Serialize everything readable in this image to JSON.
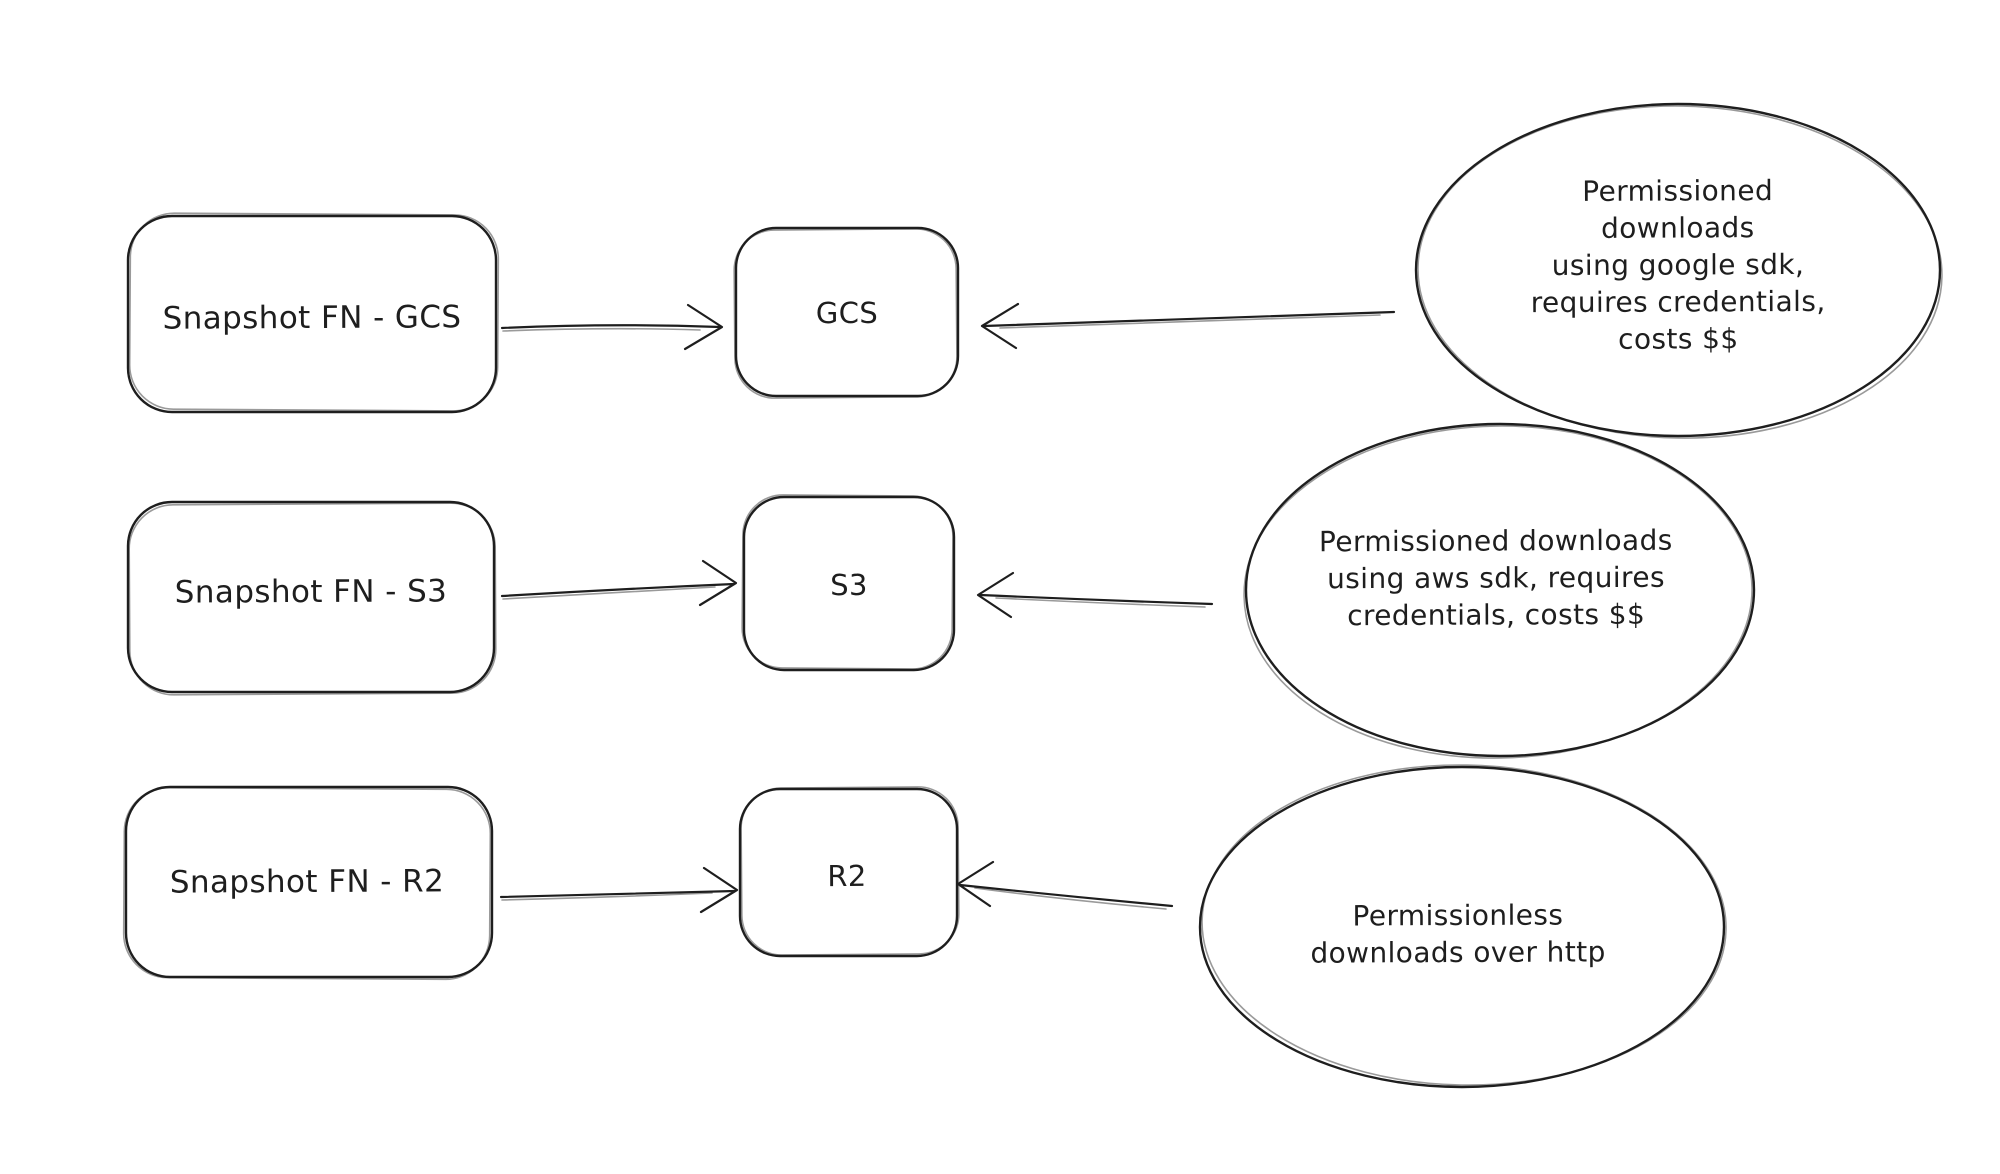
{
  "diagram": {
    "background_color": "#ffffff",
    "ink_color": "#1e1e1e",
    "style": "hand-drawn whiteboard sketch",
    "rows": [
      {
        "source_label": "Snapshot FN - GCS",
        "target_label": "GCS",
        "annotation": "Permissioned downloads\nusing google sdk,\nrequires credentials,\ncosts $$",
        "edge_source_to_target": "arrow points right into GCS",
        "edge_annotation_to_target": "arrow points left into GCS"
      },
      {
        "source_label": "Snapshot FN - S3",
        "target_label": "S3",
        "annotation": "Permissioned downloads\nusing aws sdk, requires\ncredentials, costs $$",
        "edge_source_to_target": "arrow points right into S3",
        "edge_annotation_to_target": "arrow points left into S3"
      },
      {
        "source_label": "Snapshot FN - R2",
        "target_label": "R2",
        "annotation": "Permissionless\ndownloads over http",
        "edge_source_to_target": "arrow points right into R2",
        "edge_annotation_to_target": "arrow points left into R2"
      }
    ]
  }
}
